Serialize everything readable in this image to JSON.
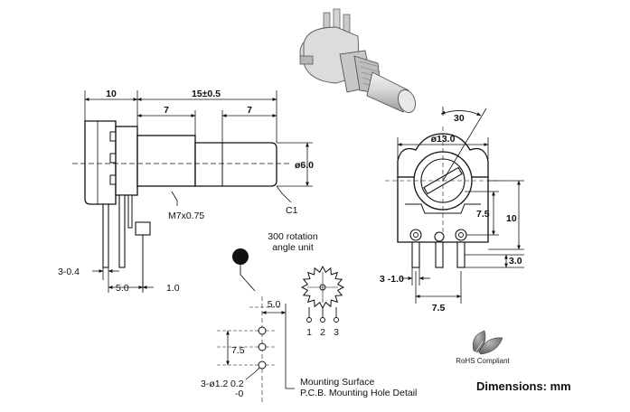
{
  "side_view": {
    "dim_left": "10",
    "dim_total": "15±0.5",
    "dim_thread_len": "7",
    "dim_shaft_len": "7",
    "shaft_dia": "ø6.0",
    "chamfer": "C1",
    "thread": "M7x0.75",
    "pin_thickness": "3-0.4",
    "dim_bottom_a": "5.0",
    "dim_bottom_b": "1.0"
  },
  "front_view": {
    "angle": "30",
    "body_dia": "ø13.0",
    "dim_inner": "7.5",
    "dim_height": "10",
    "pin_width": "3 -1.0",
    "pin_length": "3.0",
    "pin_pitch": "7.5"
  },
  "rotation": {
    "label_line1": "300 rotation",
    "label_line2": "angle unit",
    "pins": [
      "1",
      "2",
      "3"
    ]
  },
  "pcb_detail": {
    "dim_x": "5.0",
    "dim_y": "7.5",
    "hole_spec": "3-ø1.2",
    "tol_top": "0.2",
    "tol_bottom": "-0",
    "caption_line1": "Mounting Surface",
    "caption_line2": "P.C.B. Mounting Hole Detail"
  },
  "rohs": {
    "label": "RoHS Compliant"
  },
  "footer": {
    "dimensions": "Dimensions: mm"
  }
}
